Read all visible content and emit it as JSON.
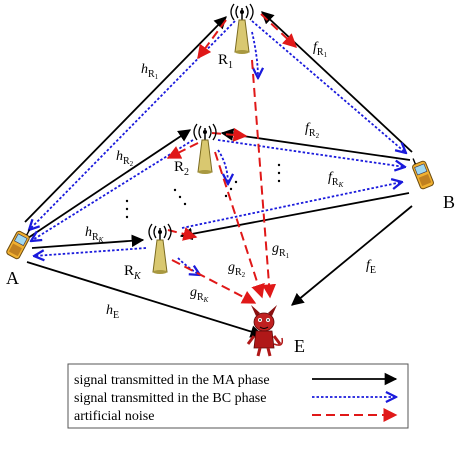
{
  "nodes": {
    "A": "A",
    "B": "B",
    "E": "E",
    "R1": {
      "main": "R",
      "sub": "1"
    },
    "R2": {
      "main": "R",
      "sub": "2"
    },
    "RK": {
      "main": "R",
      "sub": "K"
    }
  },
  "edge_labels": {
    "hR1": {
      "main": "h",
      "sub": "R",
      "subsub": "1"
    },
    "hR2": {
      "main": "h",
      "sub": "R",
      "subsub": "2"
    },
    "hRK": {
      "main": "h",
      "sub": "R",
      "subsub": "K"
    },
    "fR1": {
      "main": "f",
      "sub": "R",
      "subsub": "1"
    },
    "fR2": {
      "main": "f",
      "sub": "R",
      "subsub": "2"
    },
    "fRK": {
      "main": "f",
      "sub": "R",
      "subsub": "K"
    },
    "gR1": {
      "main": "g",
      "sub": "R",
      "subsub": "1"
    },
    "gR2": {
      "main": "g",
      "sub": "R",
      "subsub": "2"
    },
    "gRK": {
      "main": "g",
      "sub": "R",
      "subsub": "K"
    },
    "hE": {
      "main": "h",
      "sub": "E"
    },
    "fE": {
      "main": "f",
      "sub": "E"
    }
  },
  "legend": {
    "ma": "signal transmitted in the MA phase",
    "bc": "signal transmitted in the BC phase",
    "noise": "artificial noise"
  },
  "colors": {
    "ma": "#000000",
    "bc": "#1a1adc",
    "noise": "#e01818"
  }
}
